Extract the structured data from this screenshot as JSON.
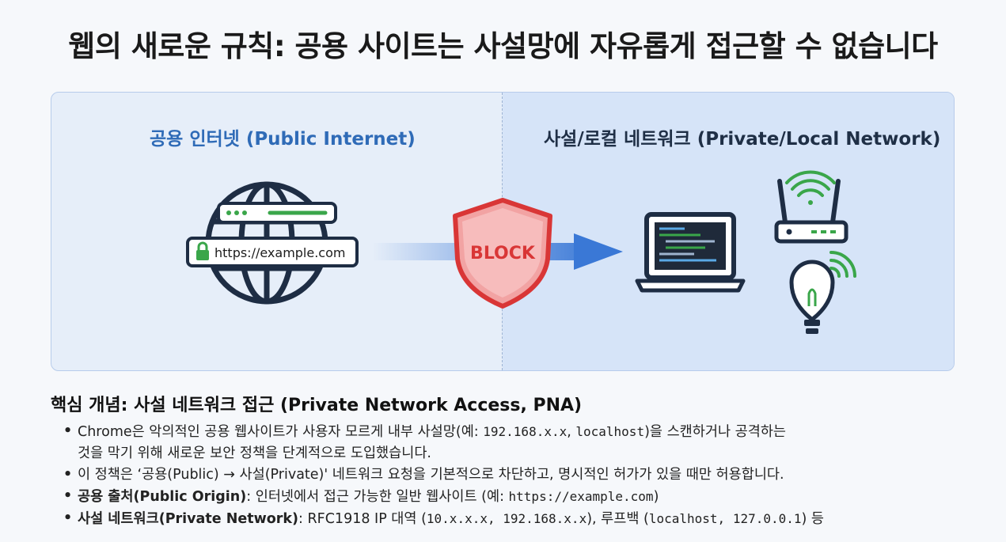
{
  "title": "웹의 새로운 규칙: 공용 사이트는 사설망에 자유롭게 접근할 수 없습니다",
  "diagram": {
    "public_label": "공용 인터넷 (Public Internet)",
    "private_label": "사설/로컬 네트워크 (Private/Local Network)",
    "url": "https://example.com",
    "block_label": "BLOCK",
    "colors": {
      "public_accent": "#2f6bb7",
      "block_red": "#d93636",
      "arrow_blue": "#3a78d6",
      "wifi_green": "#3aa64a"
    },
    "icons": [
      "globe-icon",
      "lock-icon",
      "shield-icon",
      "arrow-icon",
      "laptop-icon",
      "router-icon",
      "wifi-icon",
      "lightbulb-icon"
    ]
  },
  "concepts": {
    "heading": "핵심 개념: 사설 네트워크 접근 (Private Network Access, PNA)",
    "b1": {
      "line1_prefix": "Chrome은 악의적인 공용 웹사이트가 사용자 모르게 내부 사설망(예: ",
      "code1": "192.168.x.x",
      "sep": ", ",
      "code2": "localhost",
      "line1_suffix": ")을 스캔하거나 공격하는",
      "line2": "것을 막기 위해 새로운 보안 정책을 단계적으로 도입했습니다."
    },
    "b2": "이 정책은 ‘공용(Public) → 사설(Private)' 네트워크 요청을 기본적으로 차단하고, 명시적인 허가가 있을 때만 허용합니다.",
    "b3": {
      "bold": "공용 출처(Public Origin)",
      "text": ": 인터넷에서 접근 가능한 일반 웹사이트 (예: ",
      "code": "https://example.com",
      "end": ")"
    },
    "b4": {
      "bold": "사설 네트워크(Private Network)",
      "text1": ": RFC1918 IP 대역 (",
      "code1": "10.x.x.x, 192.168.x.x",
      "text2": "), 루프백 (",
      "code2": "localhost, 127.0.0.1",
      "text3": ") 등"
    }
  }
}
